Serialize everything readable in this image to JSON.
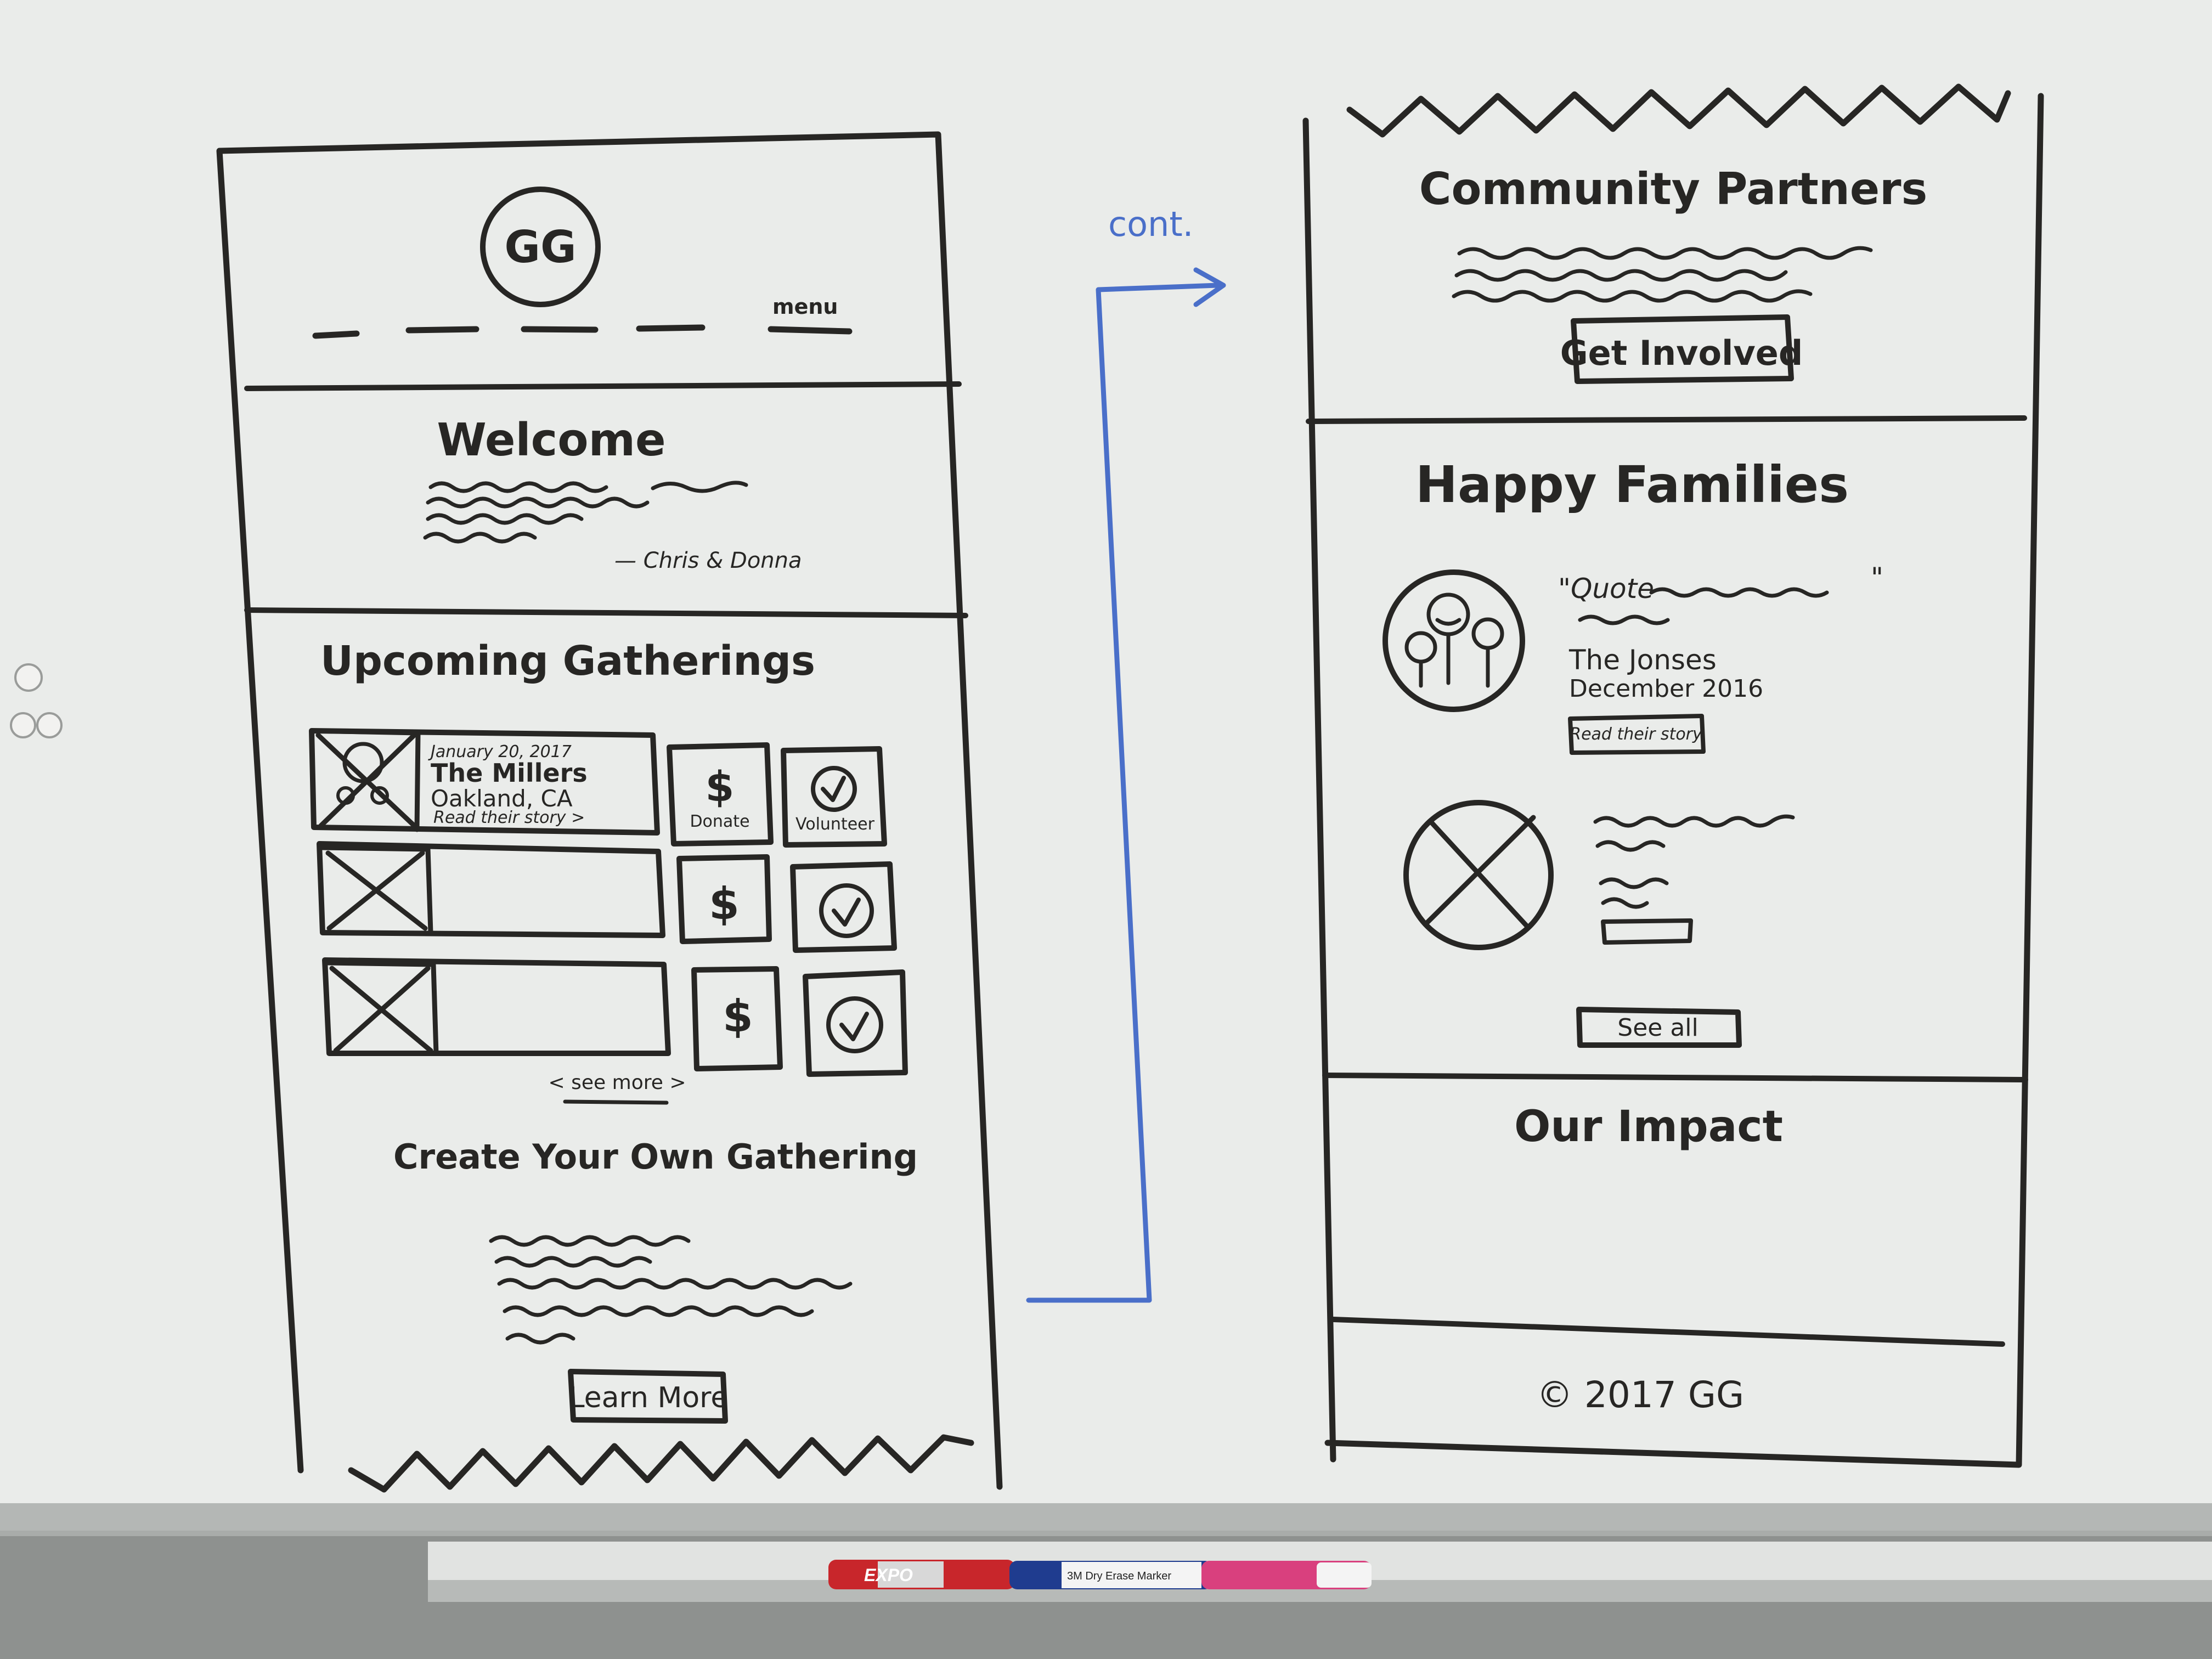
{
  "left_page": {
    "logo": "GG",
    "menu_label": "menu",
    "welcome": {
      "title": "Welcome",
      "signature": "— Chris & Donna"
    },
    "gatherings": {
      "title": "Upcoming Gatherings",
      "rows": [
        {
          "date": "January 20, 2017",
          "family": "The Millers",
          "location": "Oakland, CA",
          "story_link": "Read their story >",
          "donate_symbol": "$",
          "donate_label": "Donate",
          "volunteer_label": "Volunteer"
        },
        {
          "donate_symbol": "$"
        },
        {
          "donate_symbol": "$"
        }
      ],
      "see_more": "< see more >"
    },
    "create": {
      "title": "Create Your Own Gathering",
      "button": "Learn More"
    }
  },
  "annotation": {
    "label": "cont.",
    "color": "#4a6fc9"
  },
  "right_page": {
    "partners": {
      "title": "Community Partners",
      "button": "Get Involved"
    },
    "families": {
      "title": "Happy Families",
      "quote": "\"Quote",
      "quote_end": "\"",
      "family": "The Jonses",
      "date": "December 2016",
      "story_button": "Read their story",
      "see_all": "See all"
    },
    "impact": {
      "title": "Our Impact"
    },
    "footer": {
      "copyright": "© 2017  GG"
    }
  },
  "markers": [
    {
      "brand": "EXPO",
      "color": "#c8262b"
    },
    {
      "brand": "3M Dry Erase Marker",
      "color": "#1f3c8f"
    },
    {
      "brand": "",
      "color": "#d9407e"
    }
  ]
}
